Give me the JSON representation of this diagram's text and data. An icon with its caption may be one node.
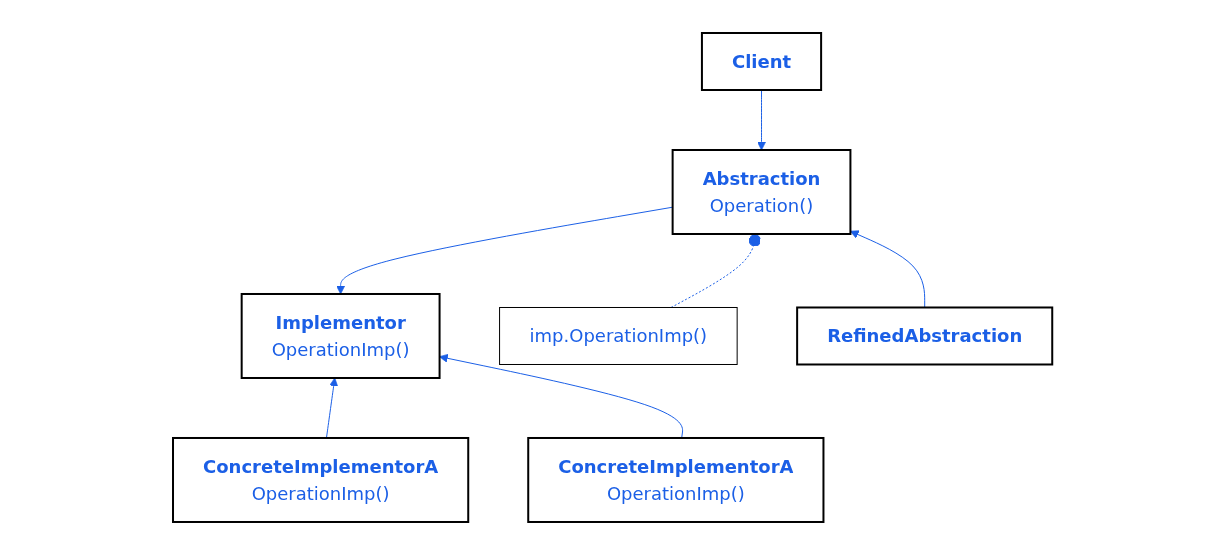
{
  "diagram": {
    "nodes": [
      {
        "text": [
          "Client"
        ]
      },
      {
        "text": [
          "Abstraction",
          "Operation()"
        ]
      },
      {
        "text": [
          "Implementor",
          "OperationImp()"
        ]
      },
      {
        "text": [
          "imp.OperationImp()"
        ]
      },
      {
        "text": [
          "RefinedAbstraction"
        ]
      },
      {
        "text": [
          "ConcreteImplementorA",
          "OperationImp()"
        ]
      },
      {
        "text": [
          "ConcreteImplementorA",
          "OperationImp()"
        ]
      }
    ],
    "edges": [
      {
        "from": 0,
        "to": 1,
        "arrow": "to"
      },
      {
        "from": 1,
        "to": 2,
        "arrow": "to"
      },
      {
        "from": 3,
        "to": 1,
        "arrow": "other",
        "style": "dashed"
      },
      {
        "from": 4,
        "to": 1,
        "arrow": "to"
      },
      {
        "from": 5,
        "to": 2,
        "arrow": "to"
      },
      {
        "from": 6,
        "to": 2,
        "arrow": "to"
      }
    ]
  }
}
